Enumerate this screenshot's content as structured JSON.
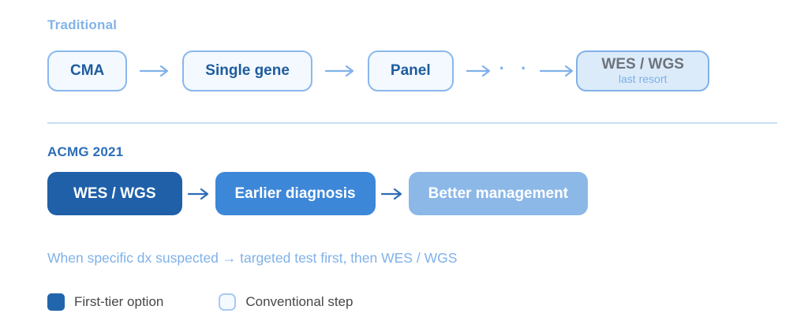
{
  "traditional": {
    "label": "Traditional",
    "steps": [
      "CMA",
      "Single gene",
      "Panel"
    ],
    "ellipsis": "· ·",
    "final_step": {
      "title": "WES / WGS",
      "subtitle": "last resort"
    }
  },
  "acmg": {
    "label": "ACMG 2021",
    "steps": [
      "WES / WGS",
      "Earlier diagnosis",
      "Better management"
    ]
  },
  "note": "When specific dx suspected → targeted test first, then WES / WGS",
  "legend": {
    "first_tier": "First-tier option",
    "conventional": "Conventional step"
  },
  "colors": {
    "dark_blue": "#1f60a9",
    "mid_blue": "#3d87d8",
    "light_blue_box": "#8cb8e8",
    "light_label": "#82b3ea",
    "acmg_label": "#2d6db9",
    "trad_box_border": "#8ab8ee",
    "trad_box_fill": "#f3f9fe",
    "trad_box_text": "#1e5c9e",
    "final_box_fill": "#dcebfa",
    "final_title_gray": "#6d737b",
    "legend_text": "#474747"
  }
}
